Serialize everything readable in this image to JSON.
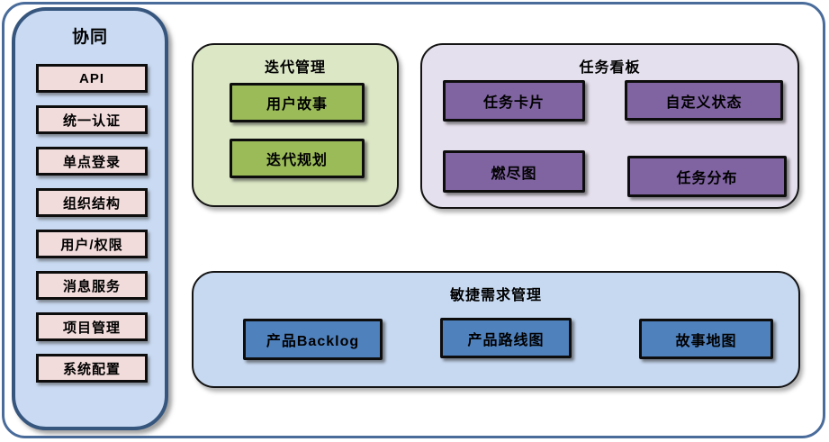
{
  "diagram": {
    "sidebar": {
      "title": "协同",
      "items": [
        "API",
        "统一认证",
        "单点登录",
        "组织结构",
        "用户/权限",
        "消息服务",
        "项目管理",
        "系统配置"
      ]
    },
    "panels": {
      "iteration": {
        "title": "迭代管理",
        "items": [
          "用户故事",
          "迭代规划"
        ]
      },
      "kanban": {
        "title": "任务看板",
        "items": [
          "任务卡片",
          "自定义状态",
          "燃尽图",
          "任务分布"
        ]
      },
      "agile": {
        "title": "敏捷需求管理",
        "items": [
          "产品Backlog",
          "产品路线图",
          "故事地图"
        ]
      }
    },
    "colors": {
      "frame_border": "#4A6C9B",
      "sidebar_bg": "#C9DAF2",
      "sidebar_border": "#36567E",
      "sidebar_item_bg": "#F2DCDB",
      "iteration_panel_bg": "#DCE7C6",
      "iteration_card_bg": "#9BBB59",
      "kanban_panel_bg": "#E5E0ED",
      "kanban_card_bg": "#8064A2",
      "agile_panel_bg": "#C7D9F1",
      "agile_card_bg": "#4F81BD",
      "card_border": "#0d0d0d",
      "text": "#000000"
    }
  }
}
